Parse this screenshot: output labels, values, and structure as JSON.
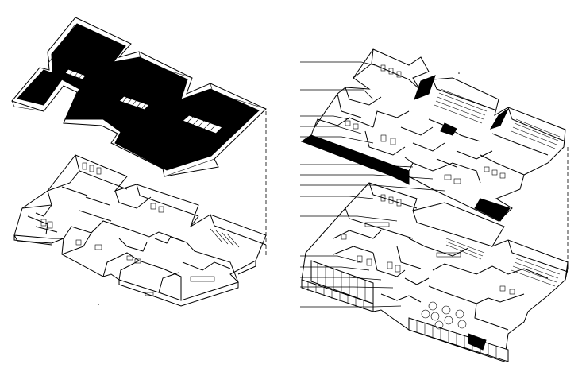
{
  "drawing": {
    "type": "exploded isometric floor plan drawing",
    "colors": {
      "line": "#000000",
      "fill_dark": "#000000",
      "background": "#ffffff"
    },
    "left_model": {
      "layers": [
        "roof",
        "ground-floor"
      ]
    },
    "right_model": {
      "layers": [
        "upper-floor",
        "ground-floor"
      ],
      "leader_count": 14
    }
  }
}
